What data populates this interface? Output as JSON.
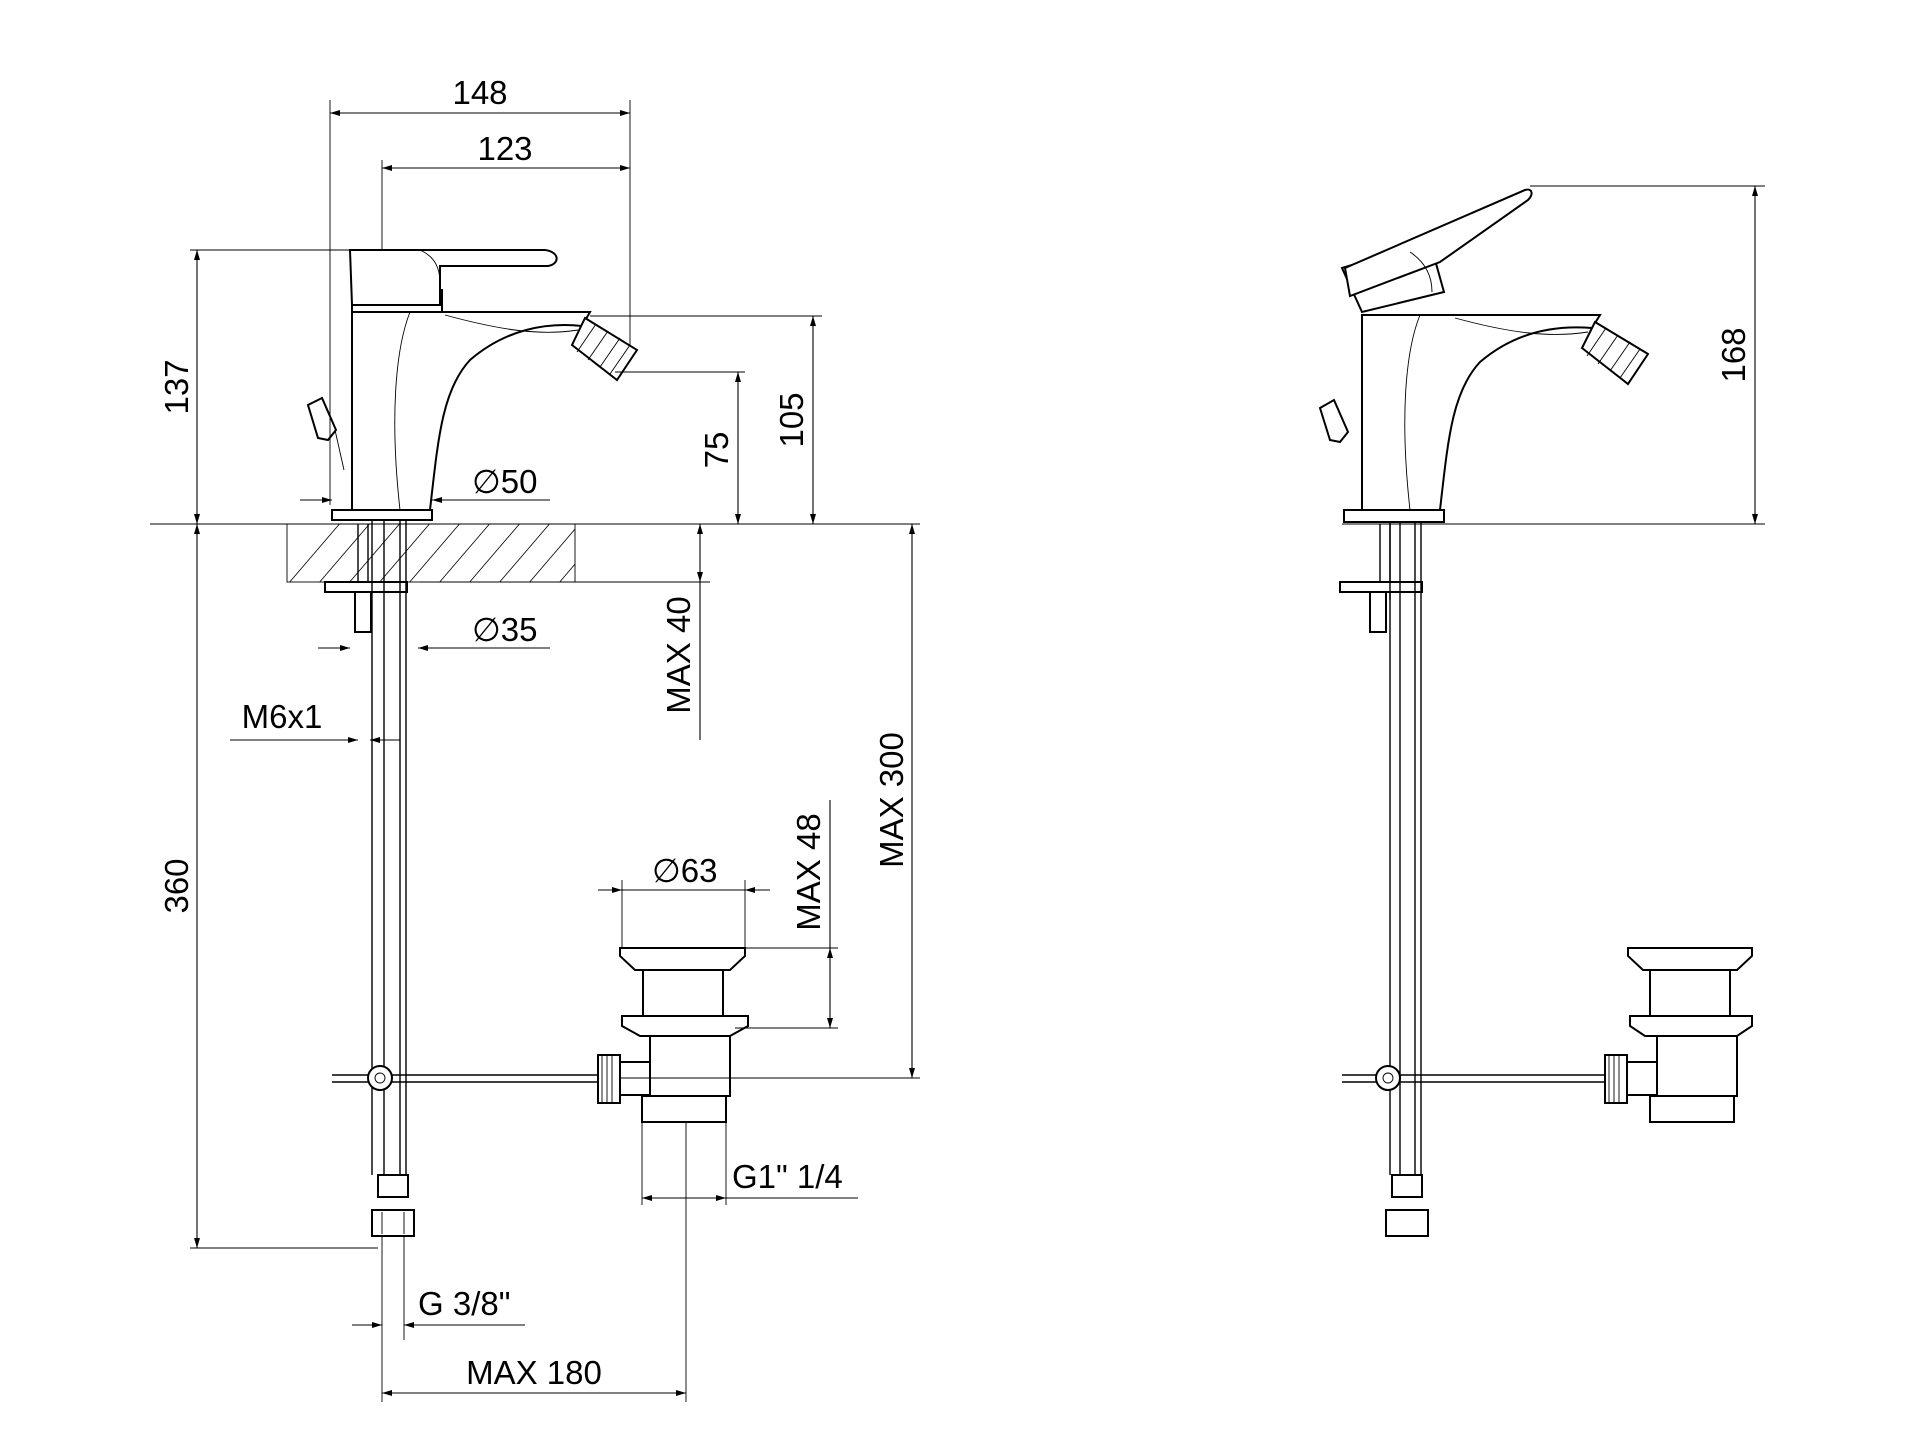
{
  "dimensions": {
    "d148": "148",
    "d123": "123",
    "d137": "137",
    "d75": "75",
    "d105": "105",
    "d50": "50",
    "d35": "35",
    "max40": "MAX 40",
    "m6x1": "M6x1",
    "d360": "360",
    "max300": "MAX 300",
    "max48": "MAX 48",
    "d63": "63",
    "g114": "G1\" 1/4",
    "g38": "G 3/8\"",
    "max180": "MAX 180",
    "d168": "168"
  },
  "symbols": {
    "diameter": "∅"
  },
  "colors": {
    "line": "#000000",
    "background": "#ffffff"
  }
}
